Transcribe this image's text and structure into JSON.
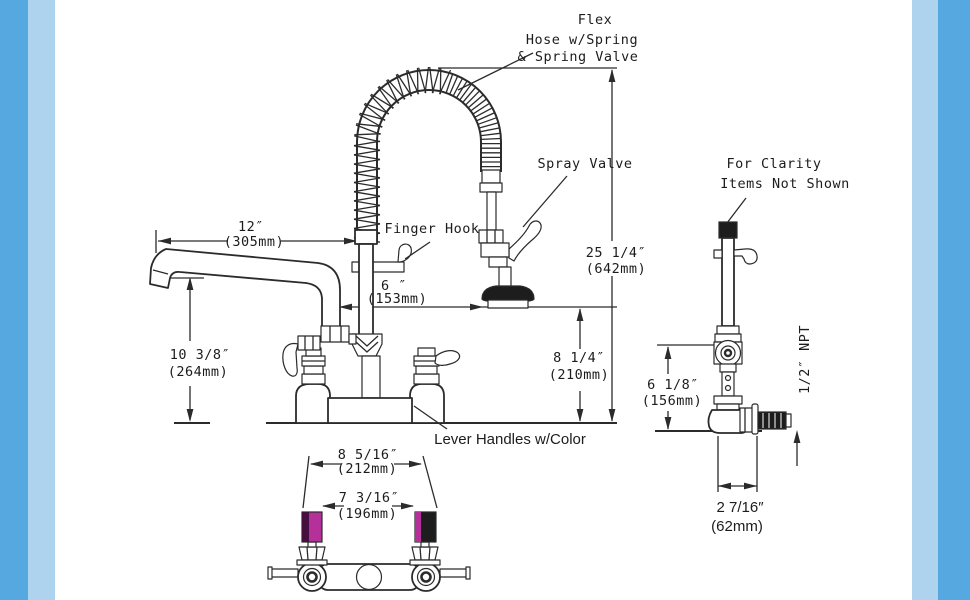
{
  "colors": {
    "edge_dark": "#56a8e0",
    "edge_light": "#aed3ee",
    "ink": "#2b2b2b",
    "dark_fill": "#1d1d1d",
    "handle_magenta": "#b5309b",
    "handle_purple_dark": "#45103d"
  },
  "labels": {
    "flex": {
      "line1": "Flex",
      "line2": "Hose w/Spring",
      "line3": "& Spring Valve"
    },
    "spray_valve": "Spray Valve",
    "finger_hook": "Finger Hook",
    "for_clarity": {
      "line1": "For Clarity",
      "line2": "Items Not Shown"
    },
    "lever_handles": "Lever Handles w/Color",
    "npt": "1/2″ NPT"
  },
  "dims": {
    "spout_length": {
      "in": "12″",
      "mm": "(305mm)"
    },
    "outlet_gap": {
      "in": "6 ″",
      "mm": "(153mm)"
    },
    "spout_height": {
      "in": "10 3/8″",
      "mm": "(264mm)"
    },
    "overall_height": {
      "in": "25 1/4″",
      "mm": "(642mm)"
    },
    "spray_height": {
      "in": "8 1/4″",
      "mm": "(210mm)"
    },
    "center_width": {
      "in": "8 5/16″",
      "mm": "(212mm)"
    },
    "handle_span": {
      "in": "7 3/16″",
      "mm": "(196mm)"
    },
    "side_height": {
      "in": "6 1/8″",
      "mm": "(156mm)"
    },
    "wall_offset": {
      "in": "2 7/16″",
      "mm": "(62mm)"
    }
  }
}
